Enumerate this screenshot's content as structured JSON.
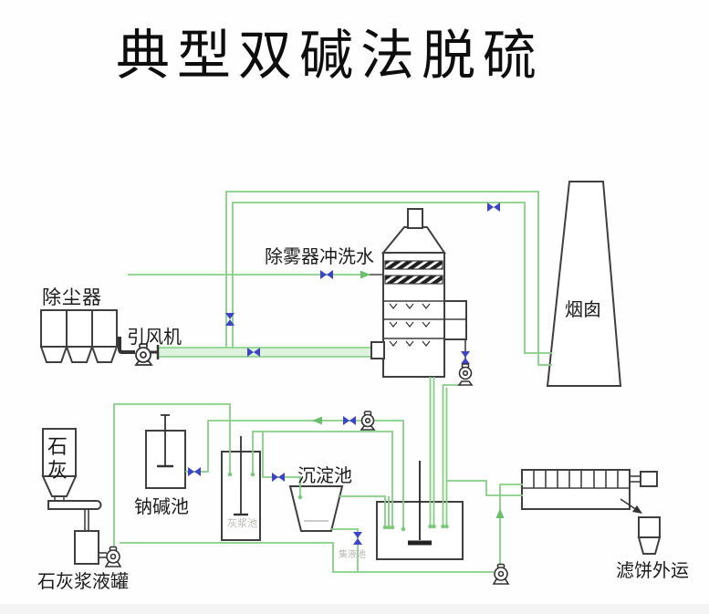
{
  "title": "典型双碱法脱硫",
  "colors": {
    "pipe_green": "#85cf85",
    "duct_fill": "#dcf2dc",
    "valve_blue": "#3c45c8",
    "equipment_outline": "#3f3f3f",
    "faint_label": "#b7bab2"
  },
  "labels": {
    "dust_collector": "除尘器",
    "id_fan": "引风机",
    "demister_flush_water": "除雾器冲洗水",
    "chimney": "烟囱",
    "lime": "石灰",
    "soda_tank": "钠碱池",
    "settling_tank": "沉淀池",
    "lime_slurry_tank": "石灰浆液罐",
    "filter_cake_out": "滤饼外运",
    "mixing_tank_faint": "灰浆池",
    "reaction_tank_faint": "集液池"
  }
}
